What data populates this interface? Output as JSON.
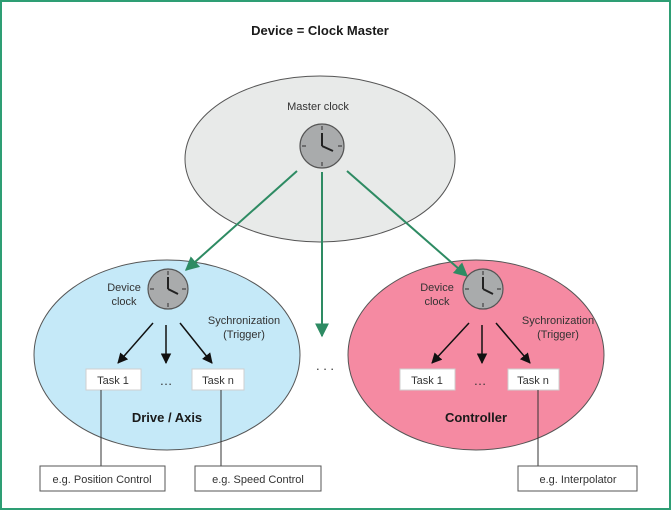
{
  "title": "Device = Clock Master",
  "colors": {
    "frame": "#2e9e74",
    "master_fill": "#e8eae9",
    "drive_fill": "#c5e9f8",
    "controller_fill": "#f58aa2",
    "sync_arrow": "#2e8b63",
    "clock_fill": "#a9abac"
  },
  "master": {
    "label": "Master clock",
    "icon": "clock-icon"
  },
  "drive": {
    "clock_label_line1": "Device",
    "clock_label_line2": "clock",
    "sync_line1": "Sychronization",
    "sync_line2": "(Trigger)",
    "task1": "Task 1",
    "taskn": "Task n",
    "ellipsis": "…",
    "name": "Drive / Axis",
    "note1": "e.g. Position Control",
    "note2": "e.g. Speed Control"
  },
  "controller": {
    "clock_label_line1": "Device",
    "clock_label_line2": "clock",
    "sync_line1": "Sychronization",
    "sync_line2": "(Trigger)",
    "task1": "Task 1",
    "taskn": "Task n",
    "ellipsis": "…",
    "name": "Controller",
    "note": "e.g. Interpolator"
  },
  "between_ellipsis": ". . ."
}
